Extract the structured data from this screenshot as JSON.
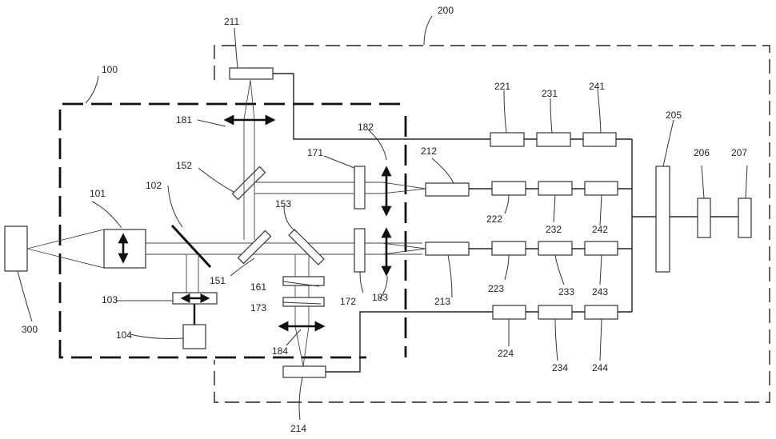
{
  "labels": {
    "l100": "100",
    "l101": "101",
    "l102": "102",
    "l103": "103",
    "l104": "104",
    "l151": "151",
    "l152": "152",
    "l153": "153",
    "l161": "161",
    "l171": "171",
    "l172": "172",
    "l173": "173",
    "l181": "181",
    "l182": "182",
    "l183": "183",
    "l184": "184",
    "l200": "200",
    "l205": "205",
    "l206": "206",
    "l207": "207",
    "l211": "211",
    "l212": "212",
    "l213": "213",
    "l214": "214",
    "l221": "221",
    "l222": "222",
    "l223": "223",
    "l224": "224",
    "l231": "231",
    "l232": "232",
    "l233": "233",
    "l234": "234",
    "l241": "241",
    "l242": "242",
    "l243": "243",
    "l244": "244",
    "l300": "300"
  }
}
